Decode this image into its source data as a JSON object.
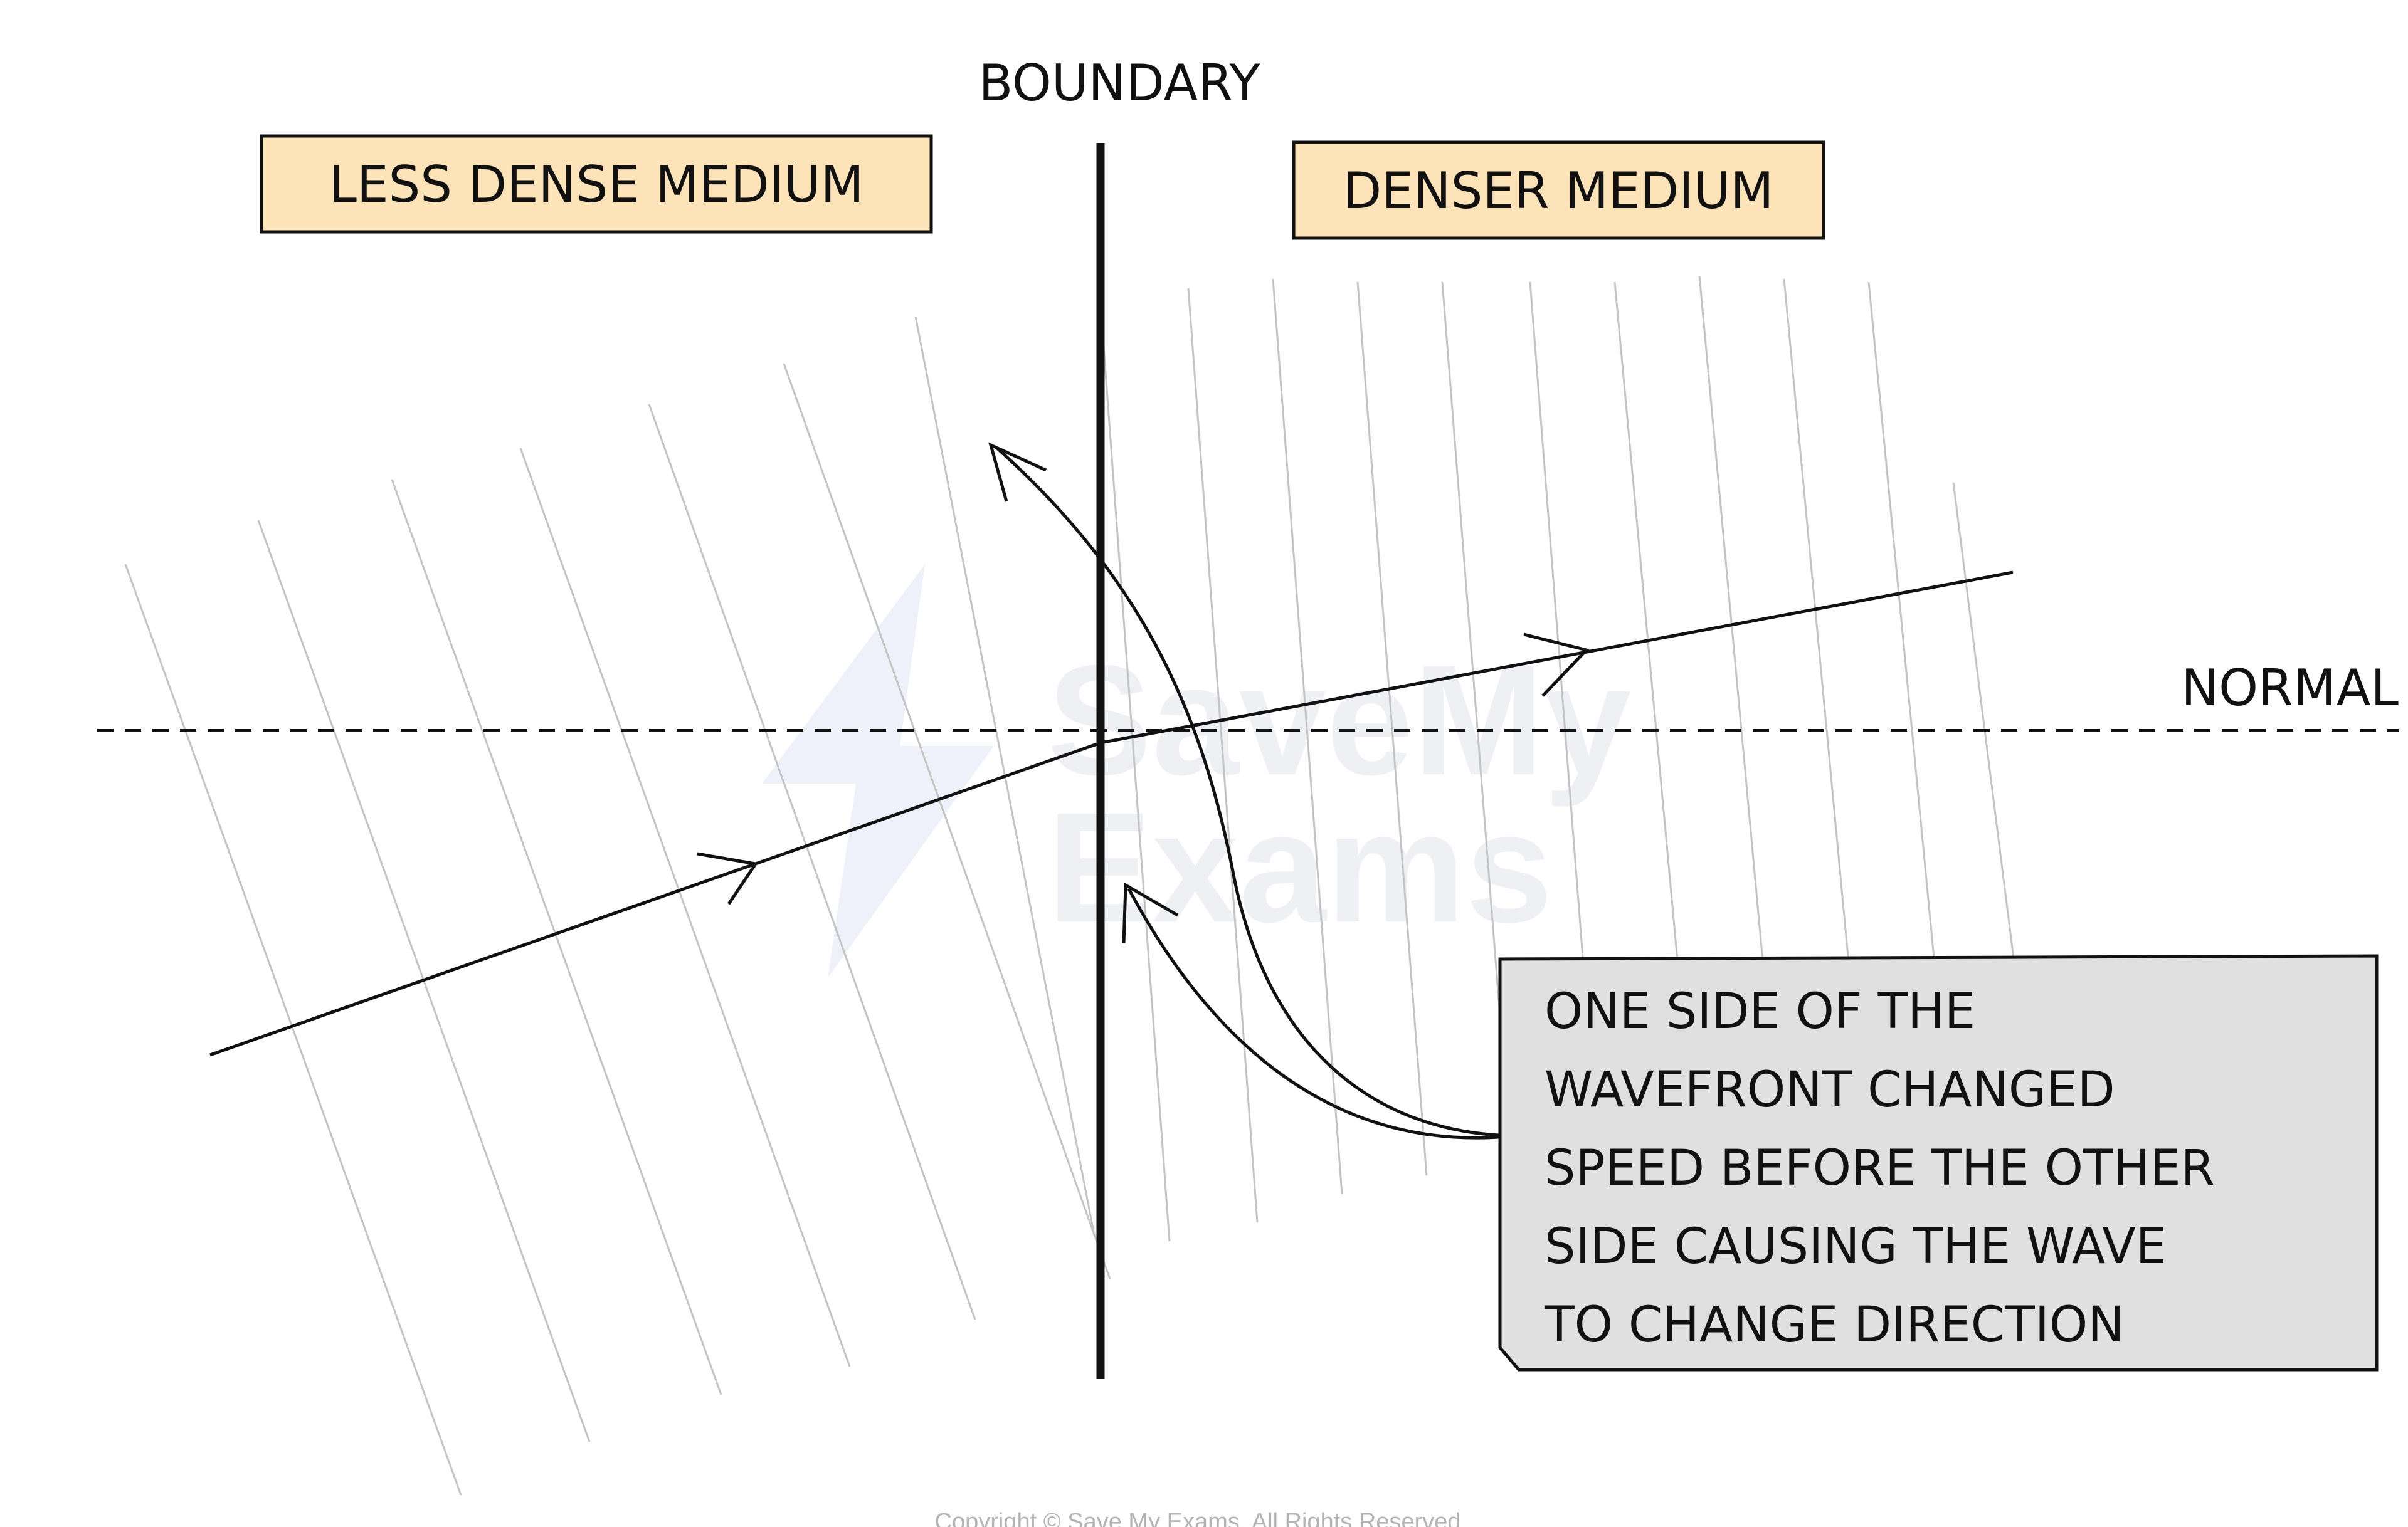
{
  "labels": {
    "boundary": "BOUNDARY",
    "less_dense": "LESS DENSE MEDIUM",
    "denser": "DENSER MEDIUM",
    "normal": "NORMAL"
  },
  "note": {
    "lines": [
      "ONE SIDE OF THE",
      "WAVEFRONT CHANGED",
      "SPEED BEFORE THE OTHER",
      "SIDE CAUSING THE WAVE",
      "TO CHANGE DIRECTION"
    ]
  },
  "watermark": {
    "line1": "SaveMy",
    "line2": "Exams"
  },
  "copyright": "Copyright © Save My Exams. All Rights Reserved",
  "colors": {
    "label_box_fill": "#fde3b8",
    "note_box_fill": "#e0e0e0",
    "wavefront_line": "#c4c4c4",
    "ray": "#111111",
    "watermark": "#eef0f4"
  }
}
